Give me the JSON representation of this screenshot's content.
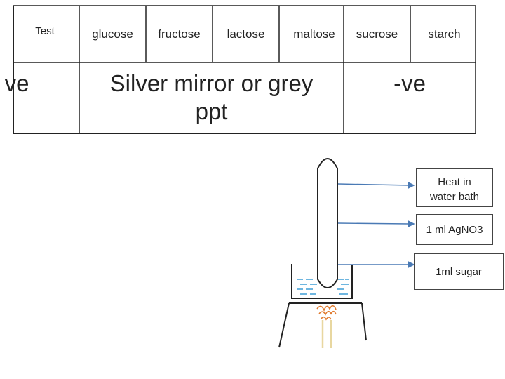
{
  "table": {
    "test_header": "Test",
    "sugars": [
      "glucose",
      "fructose",
      "lactose",
      "maltose",
      "sucrose",
      "starch"
    ],
    "row_label_partial": "ve",
    "positive_result": "Silver mirror or grey ppt",
    "negative_result": "-ve"
  },
  "apparatus": {
    "labels": {
      "heat": "Heat in water bath",
      "reagent": "1 ml AgNO3",
      "sugar": "1ml sugar"
    }
  },
  "colors": {
    "arrow": "#4a7ab5",
    "water": "#4aa3d8",
    "flame": "#e07a2e",
    "flame_base": "#e8d7a0",
    "line": "#222222"
  }
}
